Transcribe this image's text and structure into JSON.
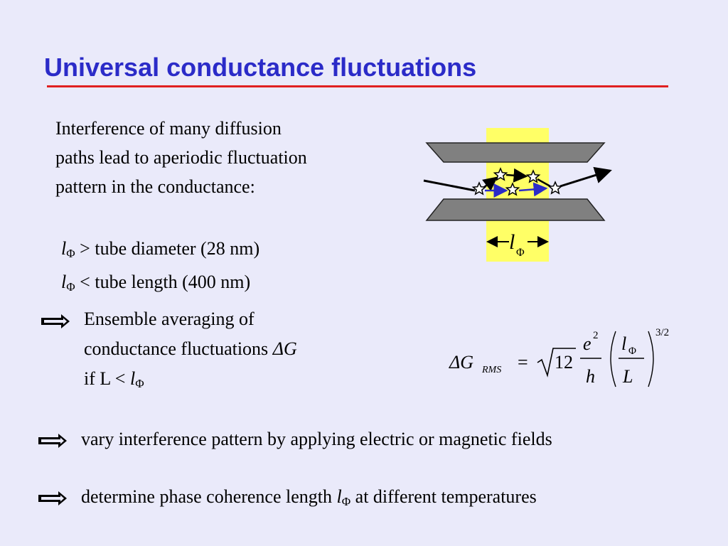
{
  "slide": {
    "title": "Universal conductance fluctuations",
    "intro_lines": [
      "Interference of many diffusion",
      "paths lead to aperiodic fluctuation",
      "pattern in the conductance:"
    ],
    "conditions": [
      {
        "var": "l",
        "sub": "Φ",
        "op": ">",
        "text": "tube diameter (28 nm)"
      },
      {
        "var": "l",
        "sub": "Φ",
        "op": "<",
        "text": "tube length (400 nm)"
      }
    ],
    "ensemble": {
      "line1": "Ensemble averaging of",
      "line2_text": "conductance fluctuations ",
      "line2_symbol": "ΔG",
      "line3_text": "if L < ",
      "line3_var": "l",
      "line3_sub": "Φ"
    },
    "bullet_vary": "vary interference pattern by applying electric or magnetic fields",
    "bullet_determine": {
      "before": "determine phase coherence length ",
      "var": "l",
      "sub": "Φ",
      "after": " at different temperatures"
    },
    "diagram": {
      "label_var": "l",
      "label_sub": "Φ"
    },
    "formula": {
      "delta_g": "ΔG",
      "rms": "RMS",
      "equals": "=",
      "twelve": "12",
      "e": "e",
      "e_exp": "2",
      "h": "h",
      "l_num": "l",
      "l_sub": "Φ",
      "L": "L",
      "exponent": "3/2"
    },
    "colors": {
      "background": "#eaeafa",
      "title": "#2b2bc8",
      "title_rule": "#e02020",
      "highlight": "#ffff66",
      "tube_wall": "#808080",
      "path_blue": "#2b2bc8"
    }
  }
}
